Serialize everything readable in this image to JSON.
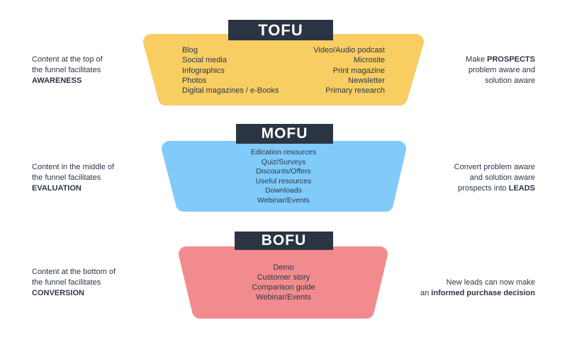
{
  "theme": {
    "background": "#FFFFFF",
    "header_bg": "#2B3442",
    "header_text": "#FFFFFF",
    "text_color": "#2B3648"
  },
  "stages": [
    {
      "id": "tofu",
      "label": "TOFU",
      "color": "#F8CE63",
      "left_note": [
        {
          "text": "Content at the top of\nthe funnel facilitates\n"
        },
        {
          "text": "AWARENESS",
          "bold": true
        }
      ],
      "right_note": [
        {
          "text": "Make "
        },
        {
          "text": "PROSPECTS",
          "bold": true
        },
        {
          "text": "\nproblem aware and\nsolution aware"
        }
      ],
      "items_left": [
        "Blog",
        "Social media",
        "Infographics",
        "Photos",
        "Digital magazines / e-Books"
      ],
      "items_right": [
        "Video/Audio podcast",
        "Microsite",
        "Print magazine",
        "Newsletter",
        "Primary research"
      ]
    },
    {
      "id": "mofu",
      "label": "MOFU",
      "color": "#80CBFA",
      "left_note": [
        {
          "text": "Content in the middle of\nthe funnel facilitates\n"
        },
        {
          "text": "EVALUATION",
          "bold": true
        }
      ],
      "right_note": [
        {
          "text": "Convert problem aware\nand solution aware\nprospects into "
        },
        {
          "text": "LEADS",
          "bold": true
        }
      ],
      "items": [
        "Edication resources",
        "Quiz/Surveys",
        "Discounts/Offers",
        "Useful resources",
        "Downloads",
        "Webinar/Events"
      ]
    },
    {
      "id": "bofu",
      "label": "BOFU",
      "color": "#F28B8D",
      "left_note": [
        {
          "text": "Content at the bottom of\nthe funnel facilitates\n"
        },
        {
          "text": "CONVERSION",
          "bold": true
        }
      ],
      "right_note": [
        {
          "text": "New leads can  now make\nan "
        },
        {
          "text": "informed purchase decision",
          "bold": true
        }
      ],
      "items": [
        "Demo",
        "Customer story",
        "Comparison guide",
        "Webinar/Events"
      ]
    }
  ]
}
